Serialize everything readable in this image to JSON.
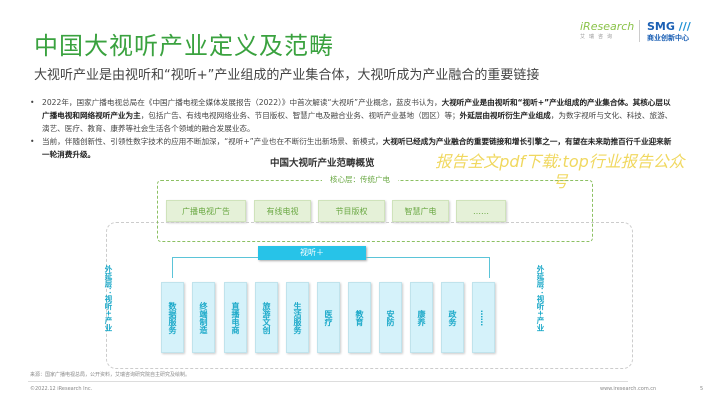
{
  "header": {
    "title": "中国大视听产业定义及范畴",
    "subtitle": "大视听产业是由视听和“视听+”产业组成的产业集合体，大视听成为产业融合的重要链接",
    "logo_iresearch": "iResearch",
    "logo_iresearch_sub": "艾瑞咨询",
    "logo_smg": "SMG",
    "logo_smg_sub": "商业创新中心"
  },
  "bullets": [
    {
      "p1": "2022年，国家广播电视总局在《中国广播电视全媒体发展报告（2022）》中首次解读“大视听”产业概念，蓝皮书认为，",
      "b1": "大视听产业是由视听和“视听+”产业组成的产业集合体。其核心层以广播电视和网络视听产业为主",
      "p2": "，包括广告、有线电视网络业务、节目版权、智慧广电及融合业务、视听产业基地（园区）等；",
      "b2": "外延层由视听衍生产业组成",
      "p3": "，为数字视听与文化、科技、旅游、演艺、医疗、教育、康养等社会生活各个领域的融合发展业态。"
    },
    {
      "p1": "当前，伴随创新性、引领性数字技术的应用不断加深，“视听+”产业也在不断衍生出新场景、新模式，",
      "b1": "大视听已经成为产业融合的重要链接和增长引擎之一，有望在未来助推百行千业迎来新一轮消费升级。"
    }
  ],
  "diagram": {
    "title": "中国大视听产业范畴概览",
    "core_label": "核心层：传统广电",
    "core_items": [
      "广播电视广告",
      "有线电视",
      "节目版权",
      "智慧广电",
      "……"
    ],
    "plus_label": "视听＋",
    "plus_items": [
      "数据服务",
      "终端制造",
      "直播电商",
      "旅游文创",
      "生活服务",
      "医疗",
      "教育",
      "安防",
      "康养",
      "政务",
      "……"
    ],
    "side_label": "外延层：视听+产业"
  },
  "watermark": "报告全文pdf下载:top行业报告公众号",
  "footer": {
    "source": "来源：国家广播电视总局，公开资料，艾瑞咨询研究院自主研究及绘制。",
    "copyright": "©2022.12 iResearch Inc.",
    "website": "www.iresearch.com.cn",
    "page": "5"
  }
}
